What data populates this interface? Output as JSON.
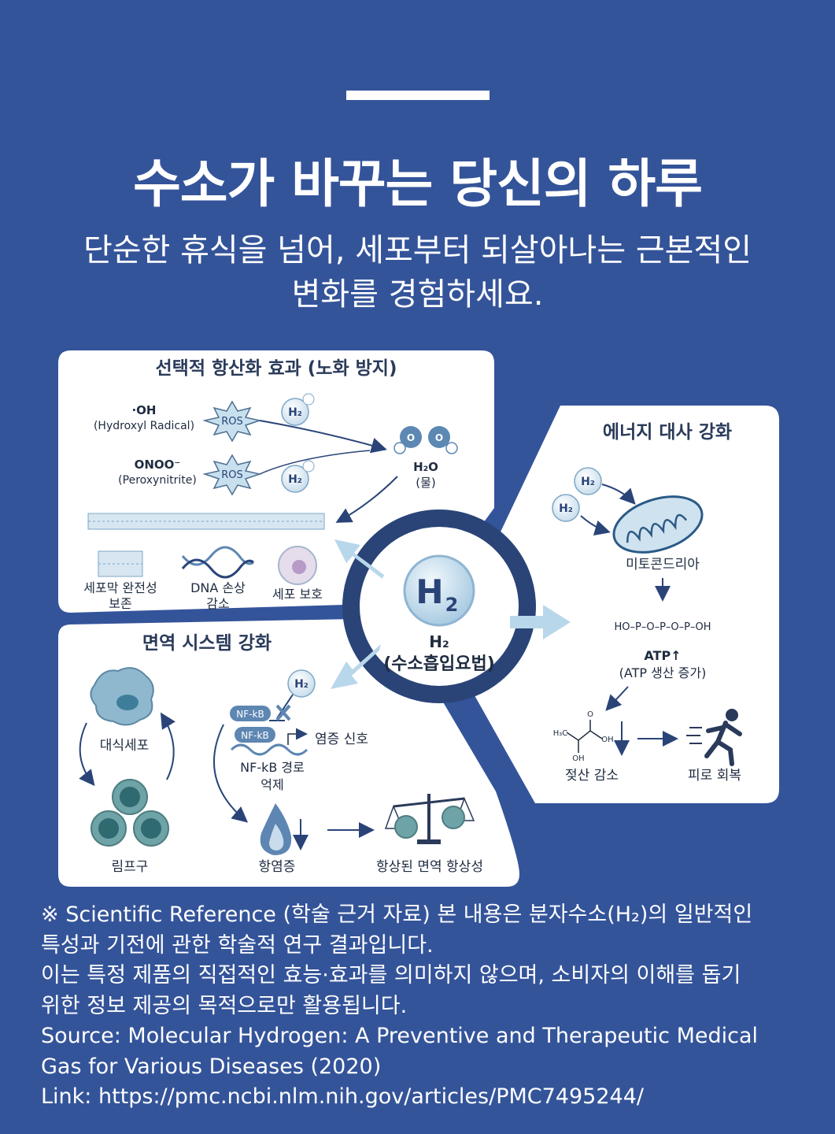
{
  "header": {
    "title": "수소가 바꾸는 당신의 하루",
    "subtitle_line1": "단순한 휴식을 넘어, 세포부터 되살아나는 근본적인",
    "subtitle_line2": "변화를 경험하세요."
  },
  "center": {
    "symbol": "H",
    "symbol_sub": "2",
    "label_line1": "H₂",
    "label_line2": "(수소흡입요법)"
  },
  "antioxidant": {
    "title": "선택적 항산화 효과 (노화 방지)",
    "oh_formula": "·OH",
    "oh_name": "(Hydroxyl Radical)",
    "onoo_formula": "ONOO⁻",
    "onoo_name": "(Peroxynitrite)",
    "ros_label": "ROS",
    "water_formula": "H₂O",
    "water_name": "(물)",
    "membrane_label_1": "세포막 완전성",
    "membrane_label_2": "보존",
    "dna_label_1": "DNA 손상",
    "dna_label_2": "감소",
    "cell_label": "세포 보호"
  },
  "energy": {
    "title": "에너지 대사 강화",
    "mito_label": "미토콘드리아",
    "atp_formula": "HO–P–O–P–O–P–OH",
    "atp_label": "ATP↑",
    "atp_desc": "(ATP 생산 증가)",
    "lactate_label": "젖산 감소",
    "fatigue_label": "피로 회복"
  },
  "immune": {
    "title": "면역 시스템 강화",
    "macrophage_label": "대식세포",
    "lymphocyte_label": "림프구",
    "nfkb_tag": "NF-kB",
    "signal_label": "염증 신호",
    "nfkb_label_1": "NF-kB 경로",
    "nfkb_label_2": "억제",
    "inflammation_label": "항염증",
    "homeostasis_label": "항상된 면역 항상성"
  },
  "footnote": {
    "line1": "※ Scientific Reference (학술 근거 자료) 본 내용은 분자수소(H₂)의 일반적인",
    "line2": "특성과 기전에 관한 학술적 연구 결과입니다.",
    "line3": "이는 특정 제품의 직접적인 효능·효과를 의미하지 않으며, 소비자의 이해를 돕기",
    "line4": "위한 정보 제공의 목적으로만 활용됩니다.",
    "line5": "Source: Molecular Hydrogen: A Preventive and Therapeutic Medical",
    "line6": "Gas for Various Diseases (2020)",
    "line7": "Link: https://pmc.ncbi.nlm.nih.gov/articles/PMC7495244/"
  },
  "colors": {
    "background": "#34549a",
    "panel": "#ffffff",
    "ring": "#2a4478",
    "text_dark": "#1f2b40",
    "accent_light": "#b9d7ea"
  }
}
